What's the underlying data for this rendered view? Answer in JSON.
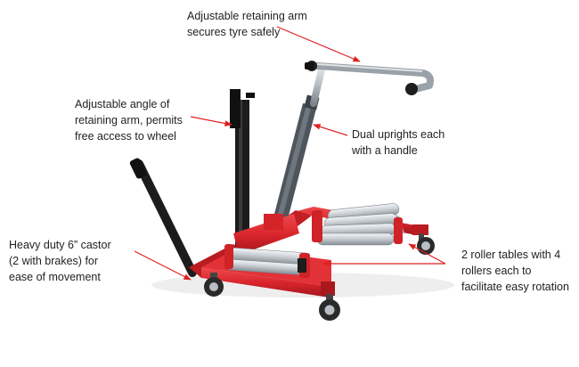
{
  "callouts": [
    {
      "lines": [
        "Adjustable retaining arm",
        "secures tyre safely"
      ]
    },
    {
      "lines": [
        "Adjustable angle of",
        "retaining arm, permits",
        "free access to wheel"
      ]
    },
    {
      "lines": [
        "Dual uprights each",
        "with a handle"
      ]
    },
    {
      "lines": [
        "Heavy duty 6” castor",
        "(2 with brakes) for",
        "ease of movement"
      ]
    },
    {
      "lines": [
        "2 roller tables with 4",
        "rollers each to",
        "facilitate easy rotation"
      ]
    }
  ],
  "colors": {
    "frame_red": "#d9262c",
    "upright_black": "#1c1c1c",
    "upright_grey": "#5a6068",
    "arm_silver": "#b8bec4",
    "roller_silver": "#c9ced3",
    "arrow_red": "#e02020",
    "text": "#222222",
    "background": "#ffffff"
  }
}
